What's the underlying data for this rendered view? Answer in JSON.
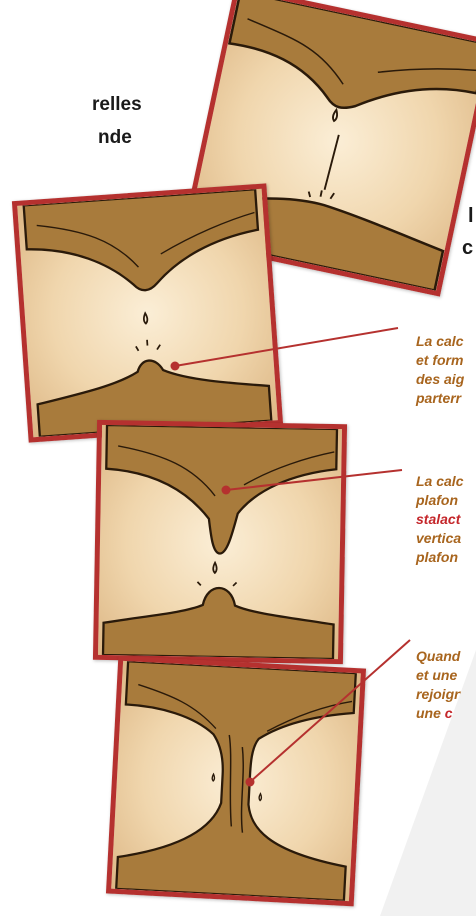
{
  "heading": {
    "line1": "relles",
    "line2": "nde"
  },
  "side_labels": {
    "letter1": "l",
    "letter2": "c"
  },
  "captions": {
    "c1": {
      "l1": "La calc",
      "l2": "et form",
      "l3": "des aig",
      "l4": "parterr"
    },
    "c2": {
      "l1": "La calc",
      "l2": "plafon",
      "l3": "stalact",
      "l4": "vertica",
      "l5": "plafon"
    },
    "c3": {
      "l1": "Quand",
      "l2": "et une",
      "l3": "rejoign",
      "l4a": "une ",
      "l4b": "co"
    }
  },
  "colors": {
    "frame_border": "#b5312f",
    "caption_text": "#a8651e",
    "highlight_text": "#c4262a",
    "rock": "#a87b3c",
    "leader_line": "#b5312f"
  },
  "icons": [
    "cave-stage-1-illustration",
    "cave-stage-2-illustration",
    "cave-stage-3-illustration",
    "cave-stage-4-illustration"
  ]
}
